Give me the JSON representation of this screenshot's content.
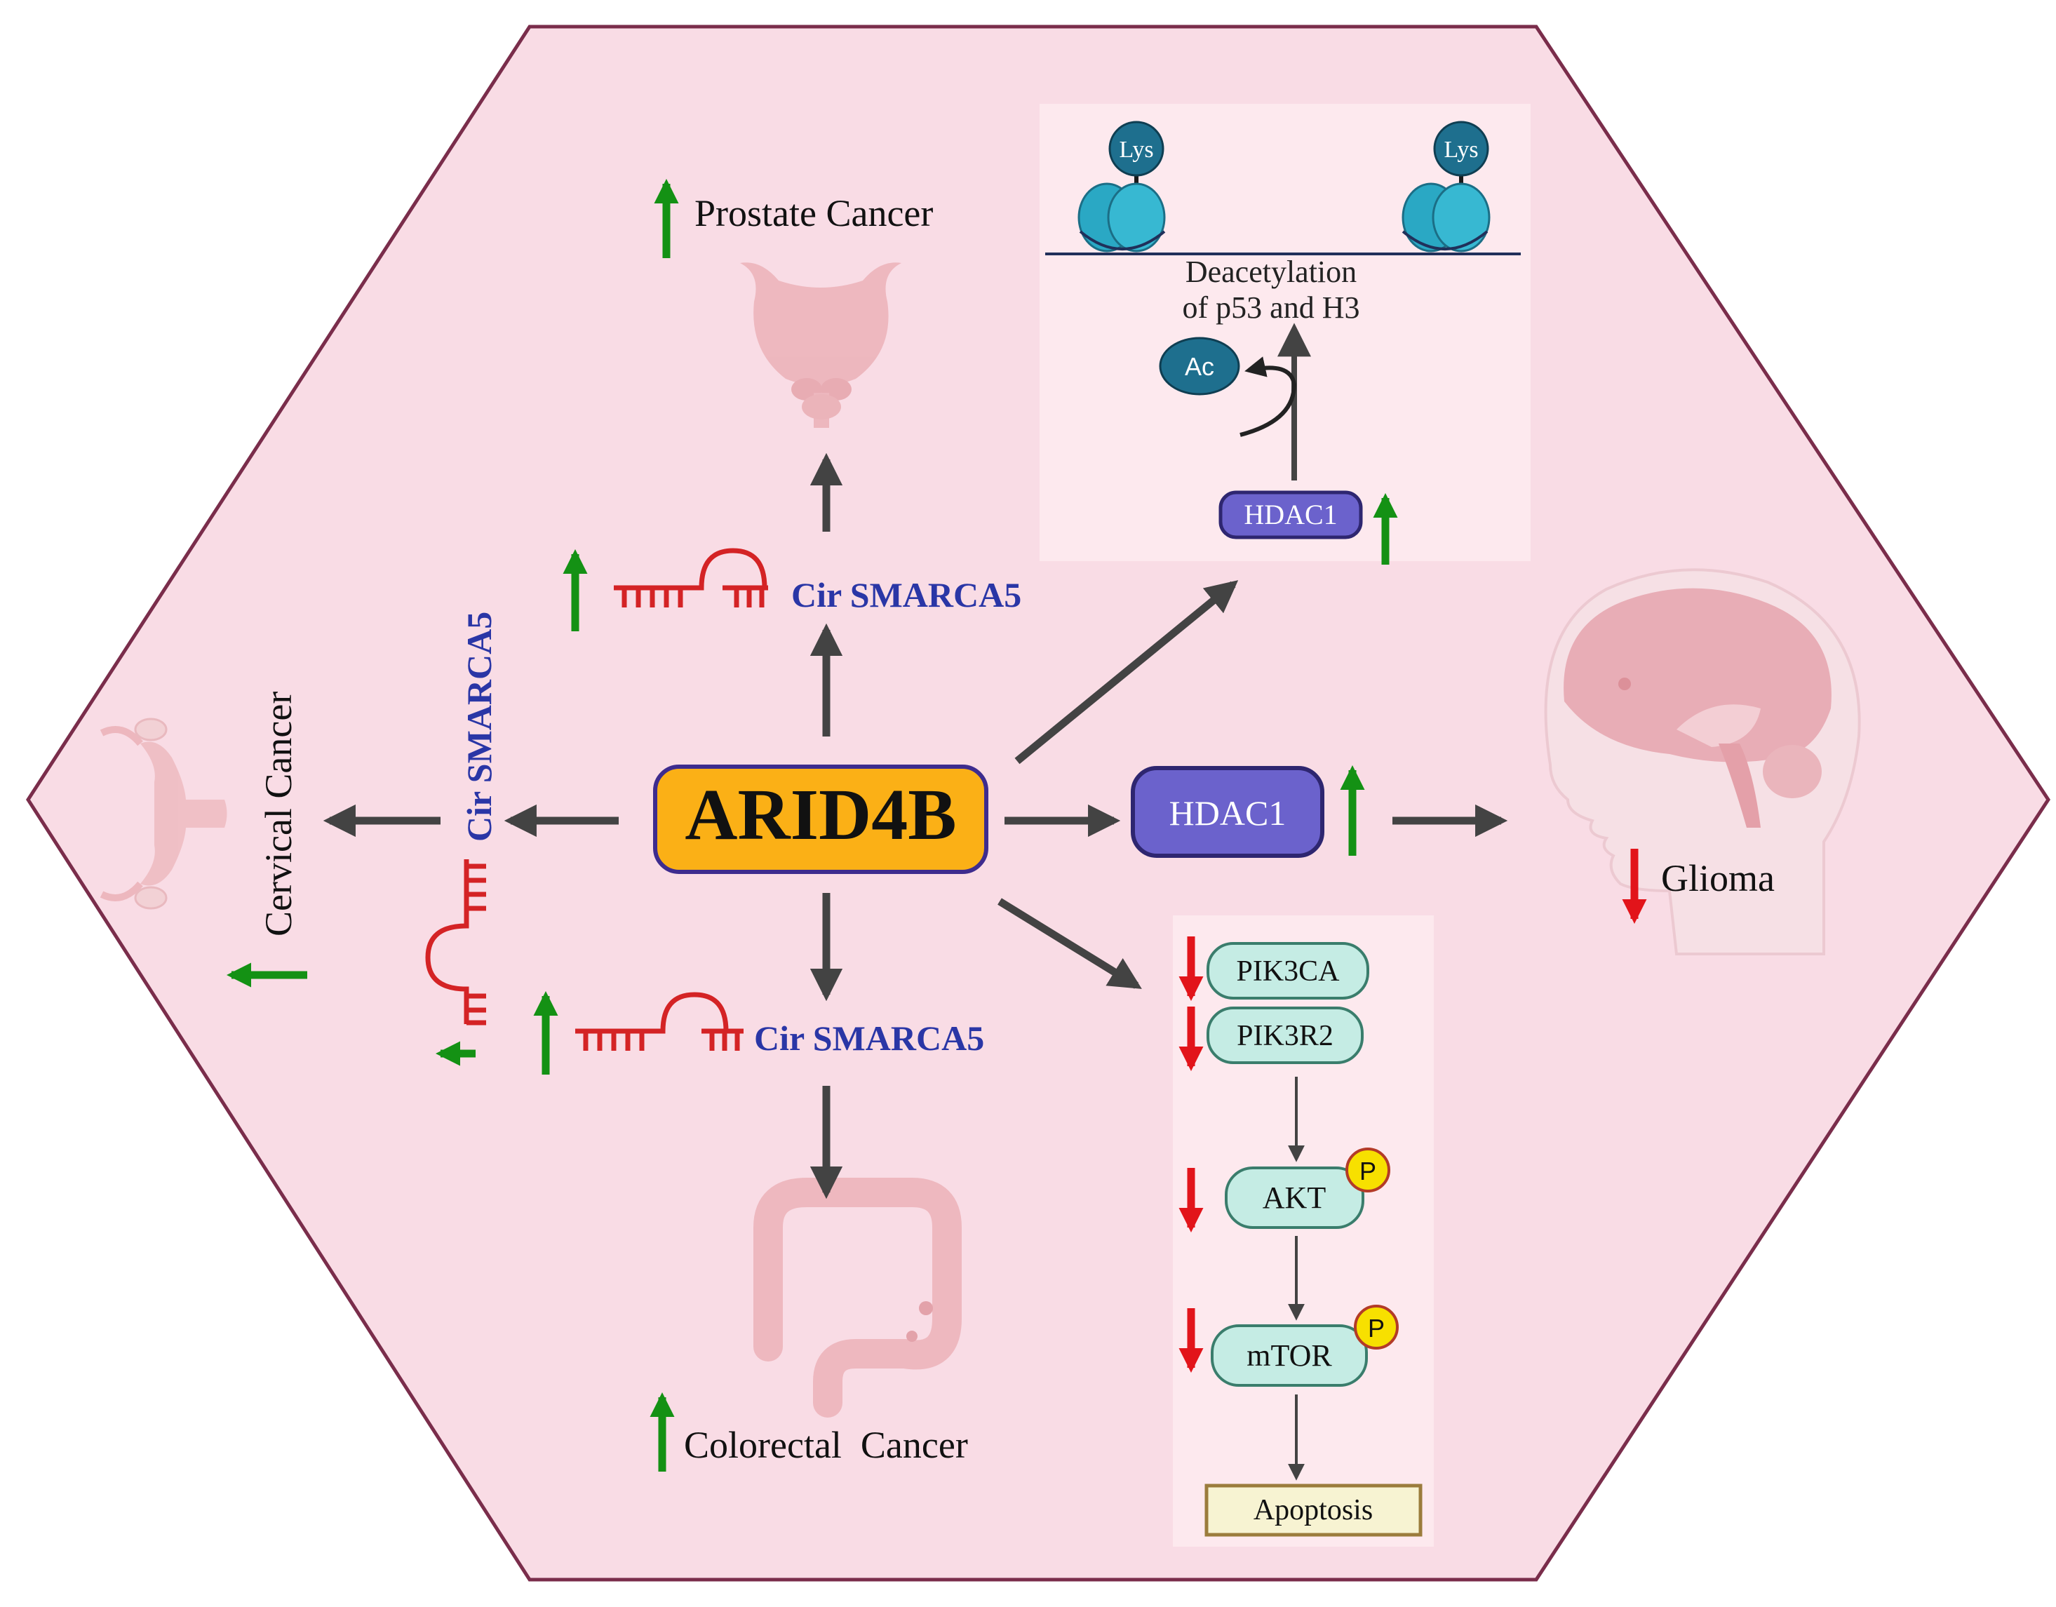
{
  "center": {
    "label": "ARID4B"
  },
  "cancers": {
    "prostate": "Prostate Cancer",
    "cervical": "Cervical Cancer",
    "colorectal": "Colorectal  Cancer",
    "glioma": "Glioma"
  },
  "circ_rna": {
    "top": "Cir SMARCA5",
    "left": "Cir SMARCA5",
    "bottom": "Cir SMARCA5"
  },
  "hdac_panel": {
    "lys_left": "Lys",
    "lys_right": "Lys",
    "text_line1": "Deacetylation",
    "text_line2": "of p53 and H3",
    "ac": "Ac",
    "hdac": "HDAC1"
  },
  "hdac_main": {
    "label": "HDAC1"
  },
  "pathway": {
    "pik3ca": "PIK3CA",
    "pik3r2": "PIK3R2",
    "akt": "AKT",
    "mtor": "mTOR",
    "p_akt": "P",
    "p_mtor": "P",
    "apoptosis": "Apoptosis"
  },
  "colors": {
    "hexagon_fill": "#f9dce5",
    "hexagon_border": "#7a2d4b",
    "panel_fill": "#fde9ee",
    "arid4b_fill": "#fbb016",
    "arid4b_border": "#3e2c8e",
    "hdac_fill": "#6b62cc",
    "hdac_border": "#2e2670",
    "pathway_fill": "#c5ece4",
    "pathway_border": "#3a7d6c",
    "p_fill": "#f7e000",
    "apoptosis_fill": "#f7f3d2",
    "apoptosis_border": "#9b7c3c",
    "arrow_dark": "#434343",
    "up_green": "#149114",
    "down_red": "#e2141a",
    "rna_red": "#d42325",
    "cir_text": "#2a36a6",
    "histone_cyan": "#2aa8c4",
    "lys_blue": "#1e6f8e",
    "organ_pink": "#ecb4ba"
  }
}
